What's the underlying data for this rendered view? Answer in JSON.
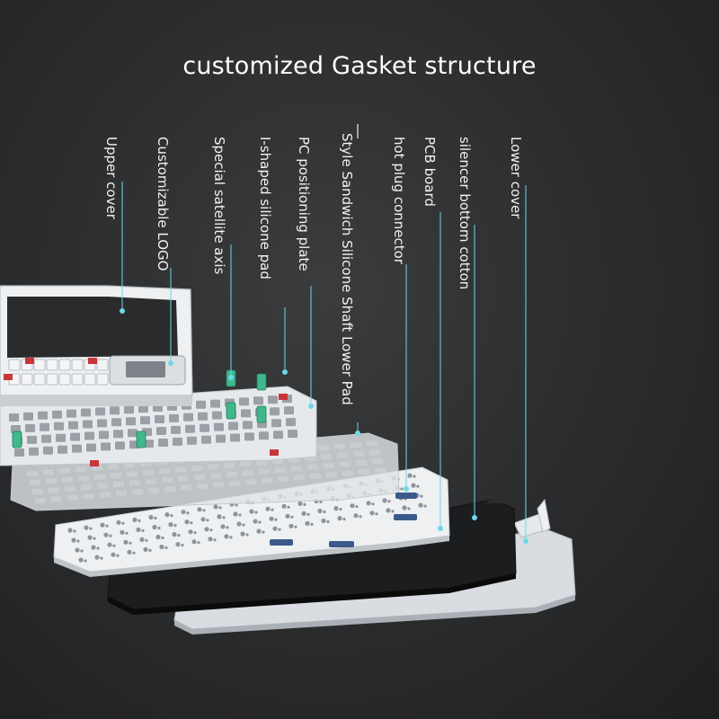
{
  "title": "customized Gasket structure",
  "colors": {
    "leader": "#6fd8e8",
    "plate_white": "#e9ecef",
    "plate_edge": "#c7ccd1",
    "pcb_black": "#1c1d1f",
    "switch_green": "#3fb98c",
    "accent_red": "#c8363a",
    "stab_blue": "#3a5a8a"
  },
  "labels": [
    {
      "id": "upper-cover",
      "text": "Upper cover"
    },
    {
      "id": "customizable-logo",
      "text": "Customizable LOGO"
    },
    {
      "id": "special-satellite-axis",
      "text": "Special satellite axis"
    },
    {
      "id": "i-shaped-silicone-pad",
      "text": "I-shaped silicone pad"
    },
    {
      "id": "pc-positioning-plate",
      "text": "PC positioning plate"
    },
    {
      "id": "sandwich-silicone-shaft-lower-pad",
      "text": "Style Sandwich Silicone Shaft Lower Pad"
    },
    {
      "id": "hot-plug-connector",
      "text": "hot plug connector"
    },
    {
      "id": "pcb-board",
      "text": "PCB board"
    },
    {
      "id": "silencer-bottom-cotton",
      "text": "silencer bottom cotton"
    },
    {
      "id": "lower-cover",
      "text": "Lower cover"
    }
  ]
}
